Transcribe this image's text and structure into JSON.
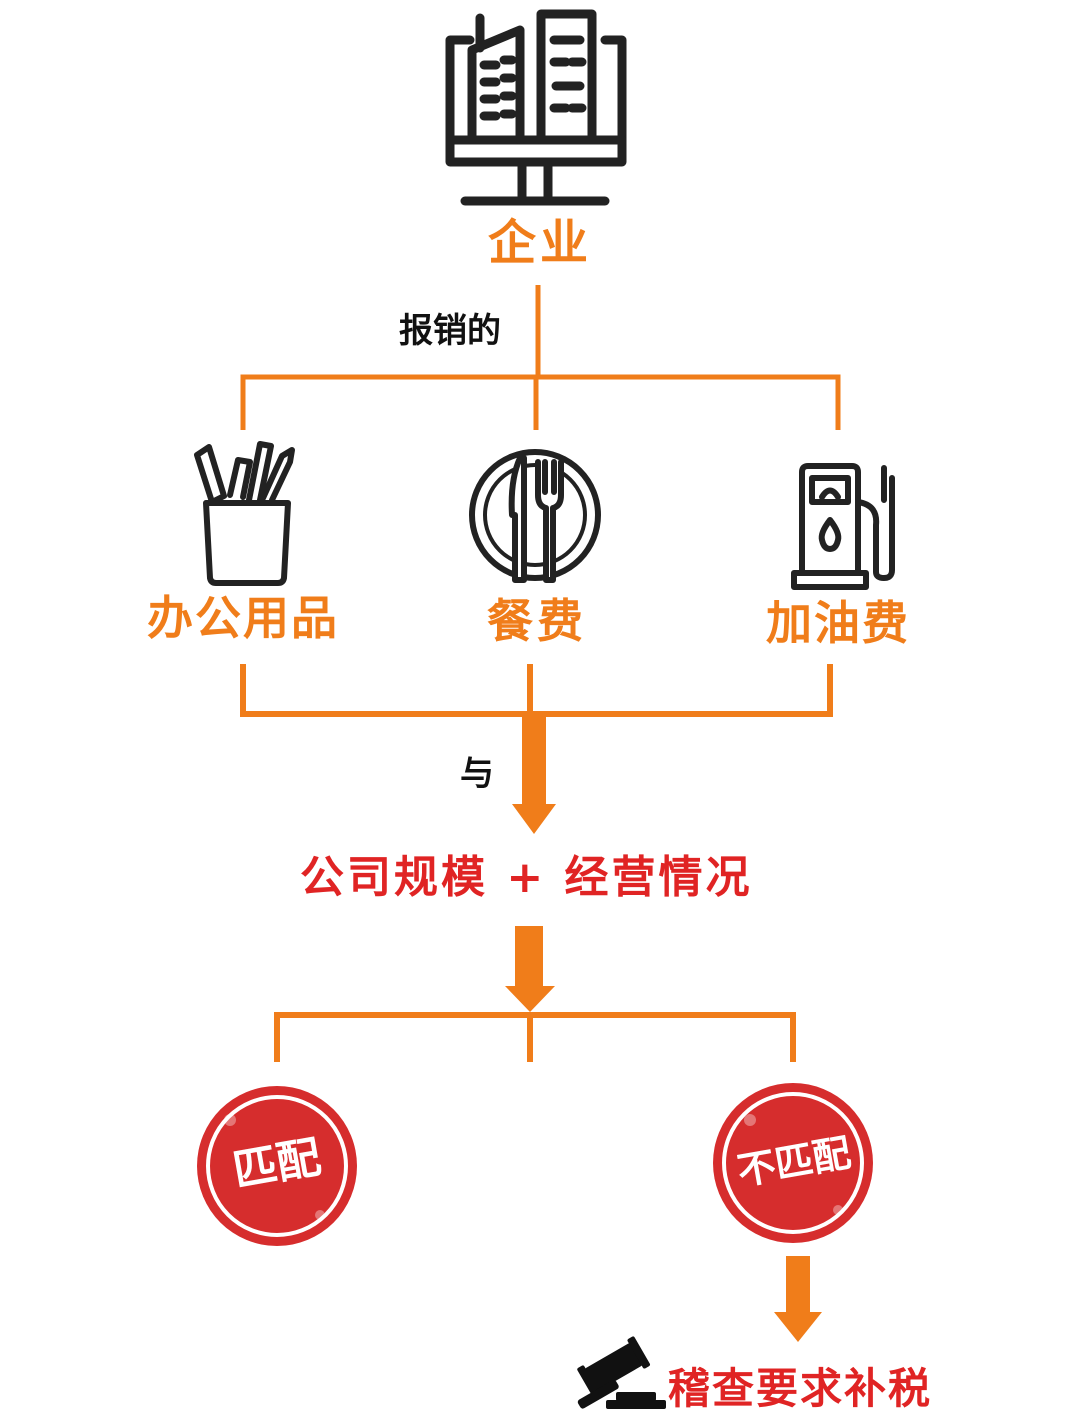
{
  "nodes": {
    "company": "企业",
    "reimbursed": "报销的",
    "office_supplies": "办公用品",
    "meals": "餐费",
    "fuel": "加油费",
    "with": "与",
    "scale_operations": "公司规模 + 经营情况",
    "match": "匹配",
    "mismatch": "不匹配",
    "audit": "稽查要求补税"
  },
  "icons": {
    "company": "building-monitor-icon",
    "office_supplies": "pencil-cup-icon",
    "meals": "plate-fork-knife-icon",
    "fuel": "gas-pump-icon",
    "audit": "gavel-icon"
  },
  "colors": {
    "connector": "#f07d1a",
    "branch_label": "#f07d1a",
    "highlight_text": "#e02424",
    "stamp": "#d62d2d",
    "icon_stroke": "#222222"
  }
}
